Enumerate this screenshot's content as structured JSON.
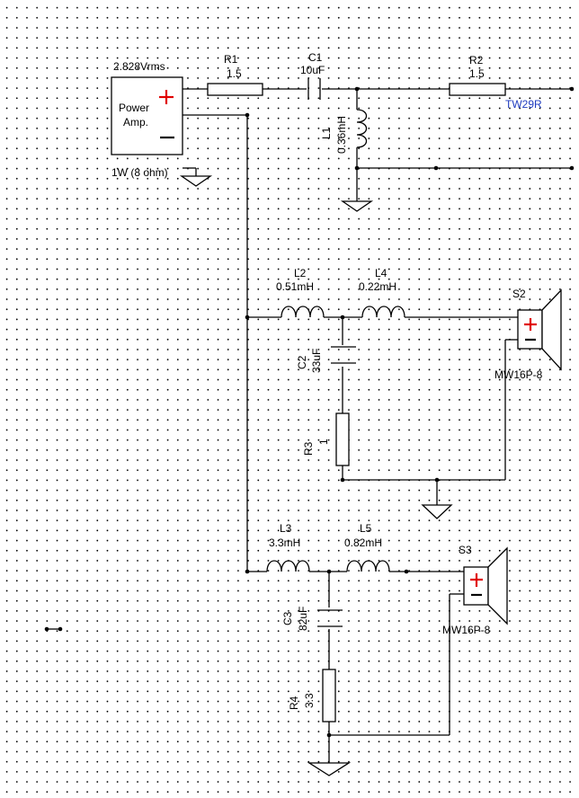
{
  "source": {
    "voltage": "2.828Vrms",
    "name_line1": "Power",
    "name_line2": "Amp.",
    "power": "1W (8 ohm)"
  },
  "components": {
    "R1": {
      "ref": "R1",
      "value": "1.5"
    },
    "C1": {
      "ref": "C1",
      "value": "10uF"
    },
    "R2": {
      "ref": "R2",
      "value": "1.5"
    },
    "L1": {
      "ref": "L1",
      "value": "0.36mH"
    },
    "L2": {
      "ref": "L2",
      "value": "0.51mH"
    },
    "L4": {
      "ref": "L4",
      "value": "0.22mH"
    },
    "C2": {
      "ref": "C2",
      "value": "33uF"
    },
    "R3": {
      "ref": "R3",
      "value": "1"
    },
    "L3": {
      "ref": "L3",
      "value": "3.3mH"
    },
    "L5": {
      "ref": "L5",
      "value": "0.82mH"
    },
    "C3": {
      "ref": "C3",
      "value": "82uF"
    },
    "R4": {
      "ref": "R4",
      "value": "3.3"
    }
  },
  "speakers": {
    "tweeter": {
      "model": "TW29R"
    },
    "S2": {
      "ref": "S2",
      "model": "MW16P-8"
    },
    "S3": {
      "ref": "S3",
      "model": "MW16P-8"
    }
  },
  "colors": {
    "plus": "#e00000",
    "tweeter_label": "#1f3cc0"
  }
}
